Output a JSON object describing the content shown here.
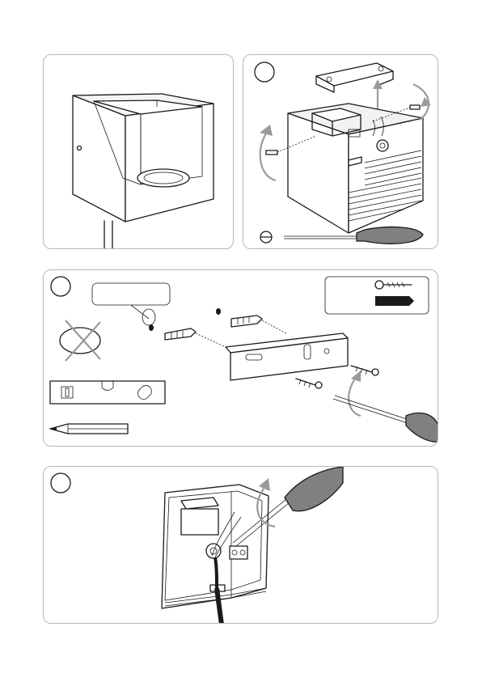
{
  "steps": [
    {
      "id": "step-1",
      "label": ""
    },
    {
      "id": "step-2",
      "label": ""
    },
    {
      "id": "step-3",
      "label": ""
    }
  ],
  "icons": [
    "lamp-icon",
    "screwdriver-icon",
    "screw-icon",
    "wall-plug-icon",
    "spirit-level-icon",
    "pencil-icon",
    "do-not-drill-icon",
    "rotate-arrow-icon"
  ],
  "colors": {
    "outline": "#1a1a1a",
    "arrow": "#9a9a9a",
    "panel_border": "#b8b8b8",
    "grip": "#808080"
  }
}
